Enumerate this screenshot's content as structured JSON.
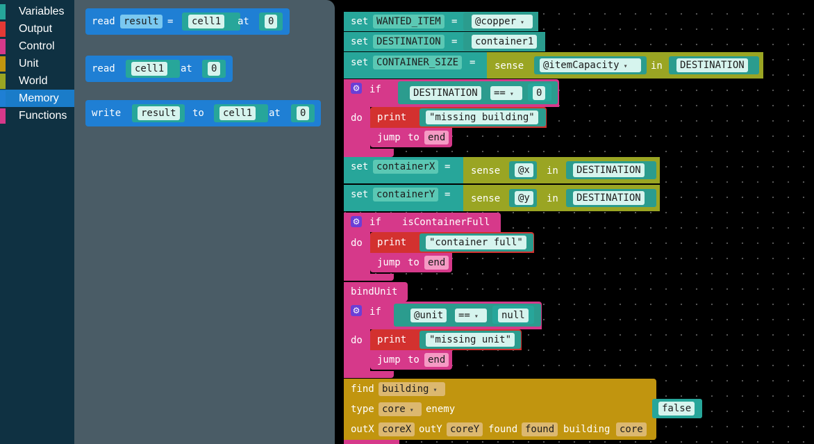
{
  "sidebar": {
    "categories": [
      {
        "label": "Variables",
        "color": "#26a69a"
      },
      {
        "label": "Output",
        "color": "#e53935"
      },
      {
        "label": "Control",
        "color": "#d6398a"
      },
      {
        "label": "Unit",
        "color": "#c1950f"
      },
      {
        "label": "World",
        "color": "#9aa523"
      },
      {
        "label": "Memory",
        "color": "#1f7fd4",
        "selected": true
      },
      {
        "label": "Functions",
        "color": "#d6398a"
      }
    ]
  },
  "flyout": {
    "read_result": {
      "kw": "read",
      "var": "result",
      "eq": "=",
      "cell": "cell1",
      "at": "at",
      "index": "0"
    },
    "read_cell": {
      "kw": "read",
      "cell": "cell1",
      "at": "at",
      "index": "0"
    },
    "write": {
      "kw": "write",
      "var": "result",
      "to": "to",
      "cell": "cell1",
      "at": "at",
      "index": "0"
    }
  },
  "workspace": {
    "set_item": {
      "kw": "set",
      "var": "WANTED_ITEM",
      "eq": "=",
      "value": "@copper"
    },
    "set_dest": {
      "kw": "set",
      "var": "DESTINATION",
      "eq": "=",
      "value": "container1"
    },
    "set_size": {
      "kw": "set",
      "var": "CONTAINER_SIZE",
      "eq": "=",
      "sense": "sense",
      "prop": "@itemCapacity",
      "in": "in",
      "target": "DESTINATION"
    },
    "if1": {
      "if": "if",
      "left": "DESTINATION",
      "op": "==",
      "right": "0",
      "do": "do",
      "print": "print",
      "msg": "\"missing building\"",
      "jump": "jump",
      "to": "to",
      "label": "end"
    },
    "set_x": {
      "kw": "set",
      "var": "containerX",
      "eq": "=",
      "sense": "sense",
      "prop": "@x",
      "in": "in",
      "target": "DESTINATION"
    },
    "set_y": {
      "kw": "set",
      "var": "containerY",
      "eq": "=",
      "sense": "sense",
      "prop": "@y",
      "in": "in",
      "target": "DESTINATION"
    },
    "if2": {
      "if": "if",
      "cond": "isContainerFull",
      "do": "do",
      "print": "print",
      "msg": "\"container full\"",
      "jump": "jump",
      "to": "to",
      "label": "end"
    },
    "bind": {
      "label": "bindUnit"
    },
    "if3": {
      "if": "if",
      "left": "@unit",
      "op": "==",
      "right": "null",
      "do": "do",
      "print": "print",
      "msg": "\"missing unit\"",
      "jump": "jump",
      "to": "to",
      "label": "end"
    },
    "find": {
      "kw": "find",
      "what": "building",
      "type_kw": "type",
      "type_val": "core",
      "enemy": "enemy",
      "enemy_val": "false",
      "outx": "outX",
      "outx_val": "coreX",
      "outy": "outY",
      "outy_val": "coreY",
      "found": "found",
      "found_val": "found",
      "building": "building",
      "building_val": "core"
    }
  }
}
